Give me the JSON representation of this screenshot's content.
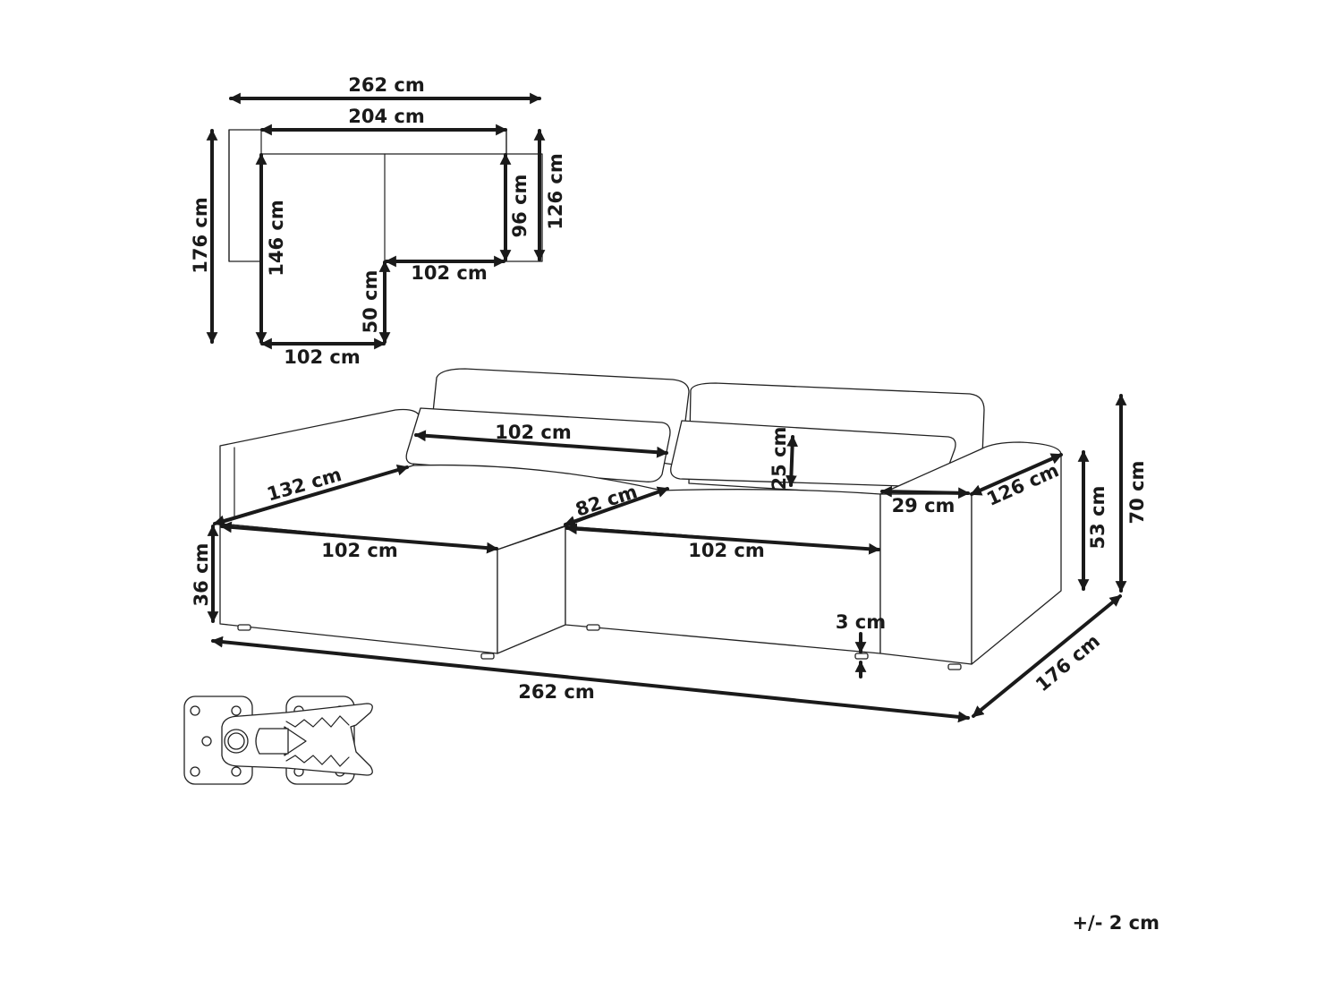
{
  "top_view": {
    "overall_width": "262 cm",
    "seat_width": "204 cm",
    "overall_depth": "176 cm",
    "inner_depth": "146 cm",
    "arm_depth": "126 cm",
    "seat_depth": "96 cm",
    "seat_front_width": "102 cm",
    "chaise_extension": "50 cm",
    "chaise_width": "102 cm"
  },
  "perspective_view": {
    "cushion_width": "102 cm",
    "cushion_height": "25 cm",
    "chaise_length": "132 cm",
    "seat_depth": "82 cm",
    "arm_width": "29 cm",
    "arm_depth": "126 cm",
    "chaise_front_width": "102 cm",
    "seat_front_width": "102 cm",
    "seat_height": "36 cm",
    "leg_height": "3 cm",
    "arm_height": "53 cm",
    "total_height": "70 cm",
    "total_width": "262 cm",
    "total_depth": "176 cm"
  },
  "tolerance": "+/- 2 cm"
}
